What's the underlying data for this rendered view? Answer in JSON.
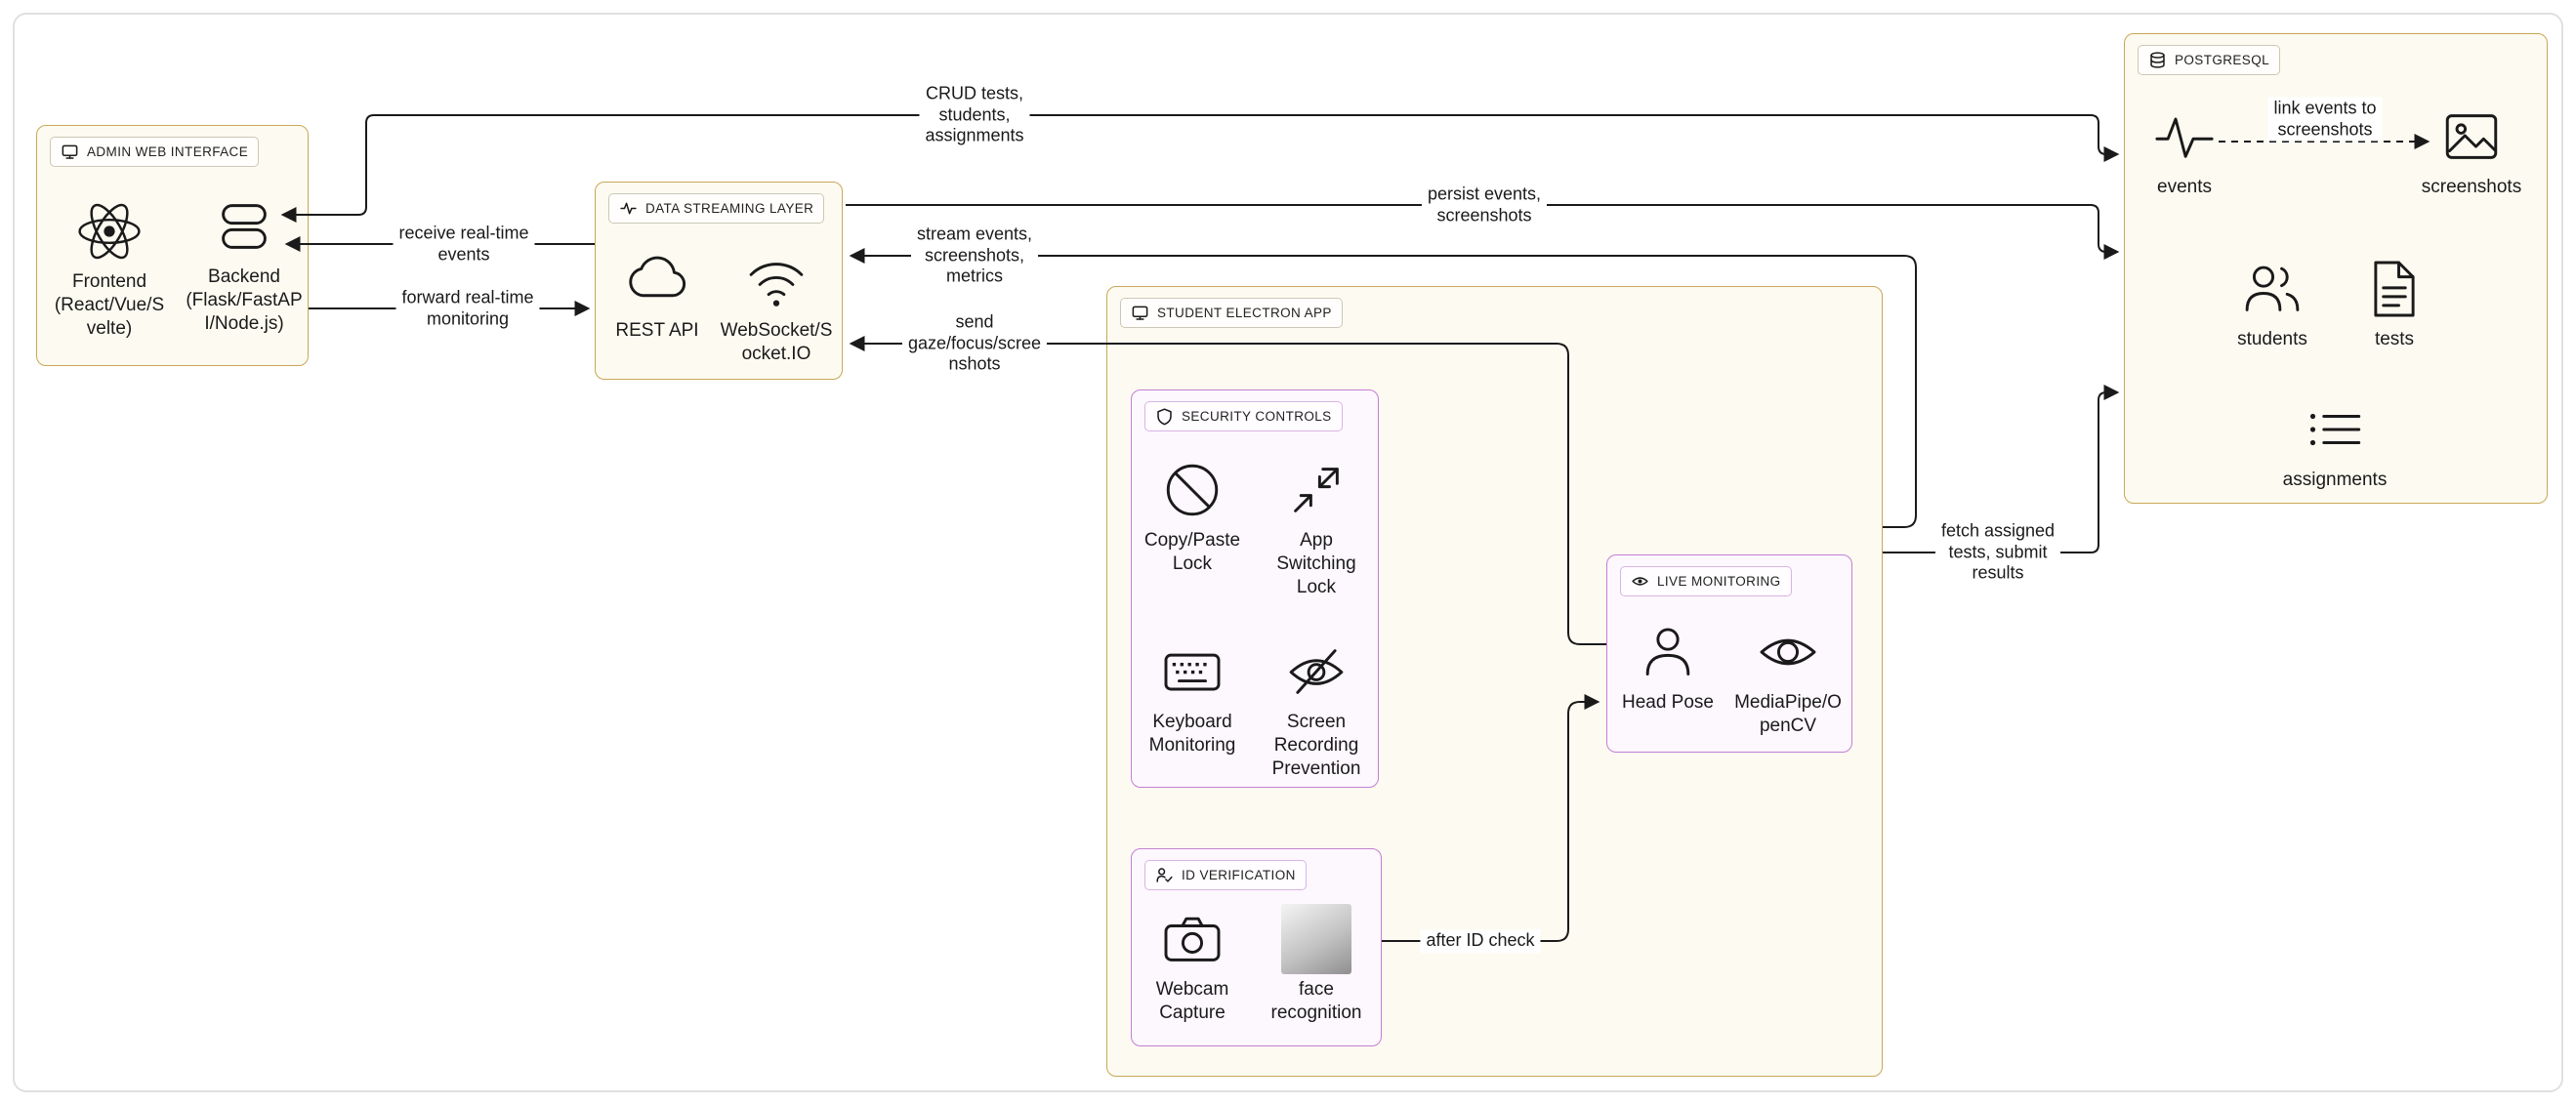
{
  "colors": {
    "group_border_gold": "#c9a758",
    "group_bg_cream": "#fdfbf1",
    "group_border_purple": "#c47fd2",
    "group_bg_purple": "#fdf7fe",
    "edge": "#1a1a1a",
    "frame_border": "#e0e0e0"
  },
  "groups": {
    "admin": {
      "title": "ADMIN WEB INTERFACE"
    },
    "dsl": {
      "title": "DATA STREAMING LAYER"
    },
    "student": {
      "title": "STUDENT ELECTRON APP"
    },
    "security": {
      "title": "SECURITY CONTROLS"
    },
    "idv": {
      "title": "ID VERIFICATION"
    },
    "live": {
      "title": "LIVE MONITORING"
    },
    "pg": {
      "title": "POSTGRESQL"
    }
  },
  "nodes": {
    "frontend": {
      "label": "Frontend\n(React/Vue/S\nvelte)",
      "icon": "react-icon"
    },
    "backend": {
      "label": "Backend\n(Flask/FastAP\nI/Node.js)",
      "icon": "server-stack-icon"
    },
    "rest_api": {
      "label": "REST API",
      "icon": "cloud-icon"
    },
    "websocket": {
      "label": "WebSocket/S\nocket.IO",
      "icon": "wifi-icon"
    },
    "copy_paste": {
      "label": "Copy/Paste\nLock",
      "icon": "ban-icon"
    },
    "app_switch": {
      "label": "App\nSwitching\nLock",
      "icon": "compress-arrows-icon"
    },
    "keyboard": {
      "label": "Keyboard\nMonitoring",
      "icon": "keyboard-icon"
    },
    "screen_rec": {
      "label": "Screen\nRecording\nPrevention",
      "icon": "eye-off-icon"
    },
    "webcam": {
      "label": "Webcam\nCapture",
      "icon": "camera-icon"
    },
    "face_recog": {
      "label": "face\nrecognition",
      "icon": "photo-thumbnail"
    },
    "head_pose": {
      "label": "Head Pose",
      "icon": "person-icon"
    },
    "mediapipe": {
      "label": "MediaPipe/O\npenCV",
      "icon": "eye-icon"
    },
    "events": {
      "label": "events",
      "icon": "activity-icon"
    },
    "screenshots": {
      "label": "screenshots",
      "icon": "image-icon"
    },
    "students": {
      "label": "students",
      "icon": "people-icon"
    },
    "tests": {
      "label": "tests",
      "icon": "file-text-icon"
    },
    "assignments": {
      "label": "assignments",
      "icon": "list-icon"
    }
  },
  "edges": {
    "crud": {
      "label": "CRUD tests,\nstudents,\nassignments"
    },
    "receive": {
      "label": "receive real-time\nevents"
    },
    "forward": {
      "label": "forward real-time\nmonitoring"
    },
    "persist": {
      "label": "persist events,\nscreenshots"
    },
    "stream": {
      "label": "stream events,\nscreenshots,\nmetrics"
    },
    "send_gaze": {
      "label": "send\ngaze/focus/scree\nnshots"
    },
    "after_id": {
      "label": "after ID check"
    },
    "fetch": {
      "label": "fetch assigned\ntests, submit\nresults"
    },
    "link_events": {
      "label": "link events to\nscreenshots"
    }
  }
}
